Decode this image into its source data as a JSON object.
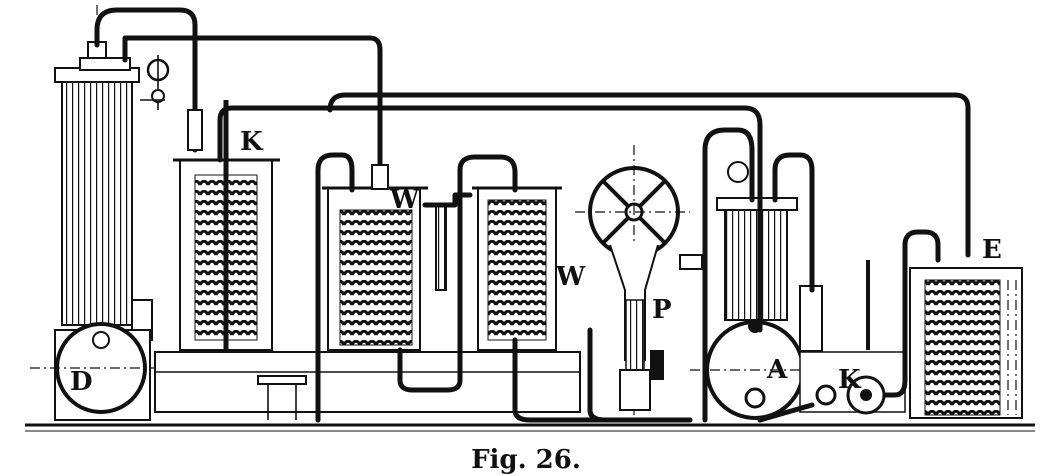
{
  "figure": {
    "caption": "Fig. 26.",
    "labels": {
      "D": "D",
      "K_top": "K",
      "W_middle": "W",
      "W_right": "W",
      "P": "P",
      "A": "A",
      "K_bottom": "K",
      "E": "E"
    }
  }
}
